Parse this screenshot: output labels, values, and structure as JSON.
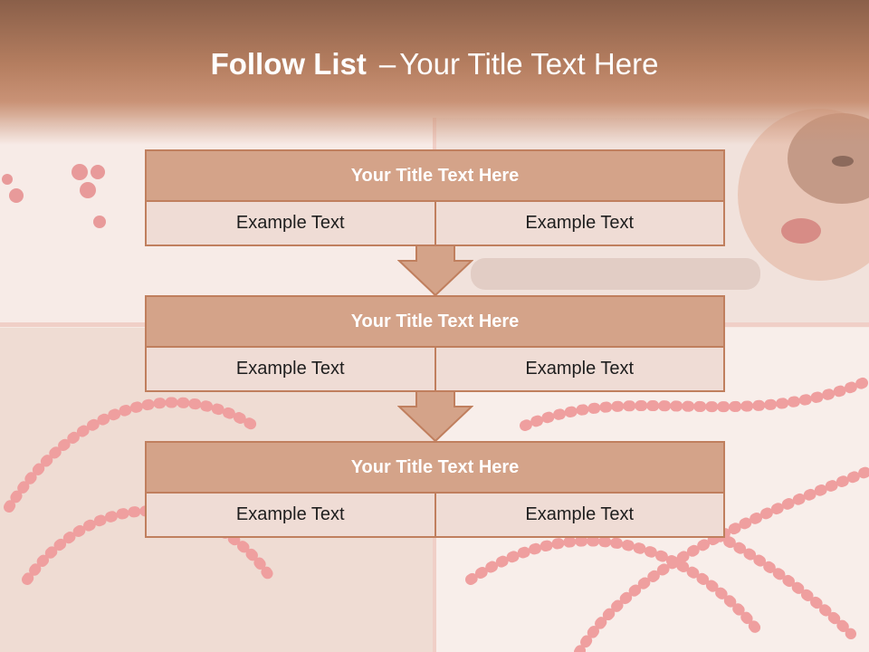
{
  "slide": {
    "title_bold": "Follow List",
    "title_sep": "–",
    "title_rest": "Your Title Text Here"
  },
  "blocks": [
    {
      "title": "Your Title Text Here",
      "left": "Example Text",
      "right": "Example Text"
    },
    {
      "title": "Your Title Text Here",
      "left": "Example Text",
      "right": "Example Text"
    },
    {
      "title": "Your Title Text Here",
      "left": "Example Text",
      "right": "Example Text"
    }
  ],
  "colors": {
    "accent": "#d4a389",
    "border": "#c07f5e",
    "cell": "#efdcd5",
    "title_bar": "#b57e60"
  }
}
